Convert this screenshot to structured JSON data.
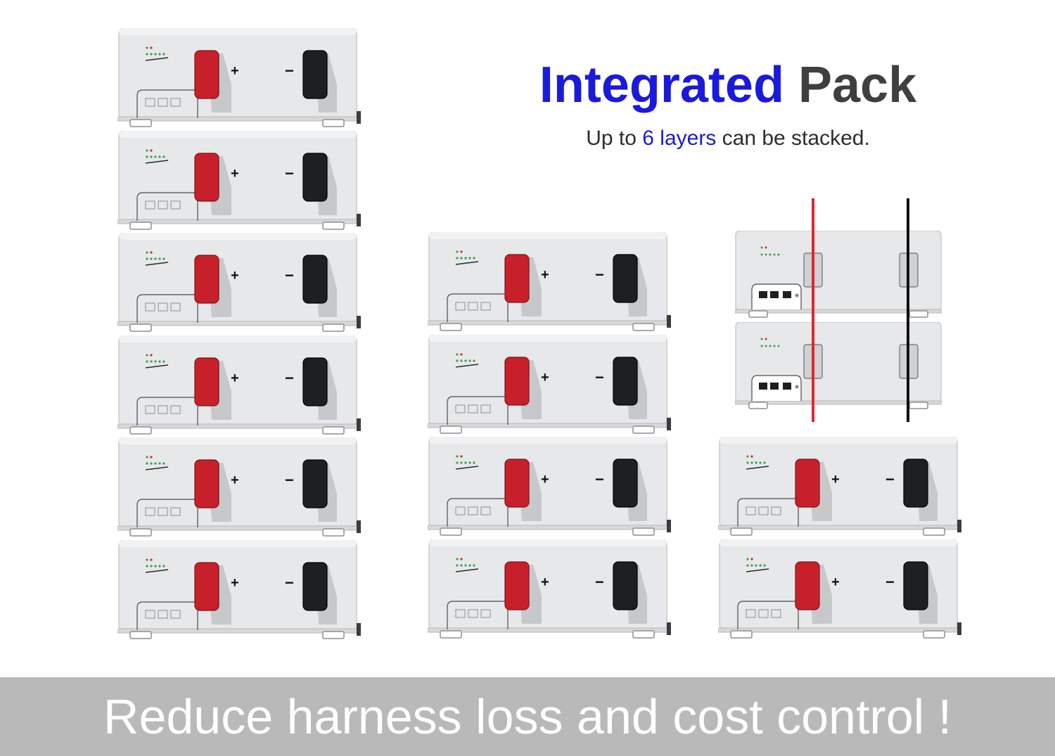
{
  "header": {
    "title_word_1": "Integrated",
    "title_word_2": "Pack",
    "subtitle_prefix": "Up to ",
    "subtitle_highlight": "6 layers",
    "subtitle_suffix": " can be stacked."
  },
  "module_labels": {
    "positive": "+",
    "negative": "−"
  },
  "footer": {
    "text": "Reduce harness loss and cost control !"
  },
  "colors": {
    "title_blue": "#1a1adc",
    "title_dark": "#3f3f3f",
    "footer_bg": "#b9b9b9",
    "terminal_positive": "#c8202a",
    "terminal_negative": "#1e1f22",
    "module_body": "#e7e8ea"
  },
  "stacks": {
    "left_layers": 6,
    "middle_layers": 4,
    "right_layers": 2,
    "cabled_layers": 2
  },
  "icons": [
    "battery-module-icon",
    "positive-terminal-icon",
    "negative-terminal-icon",
    "led-indicator-icon",
    "rj45-port-icon",
    "bus-cable-icon"
  ]
}
